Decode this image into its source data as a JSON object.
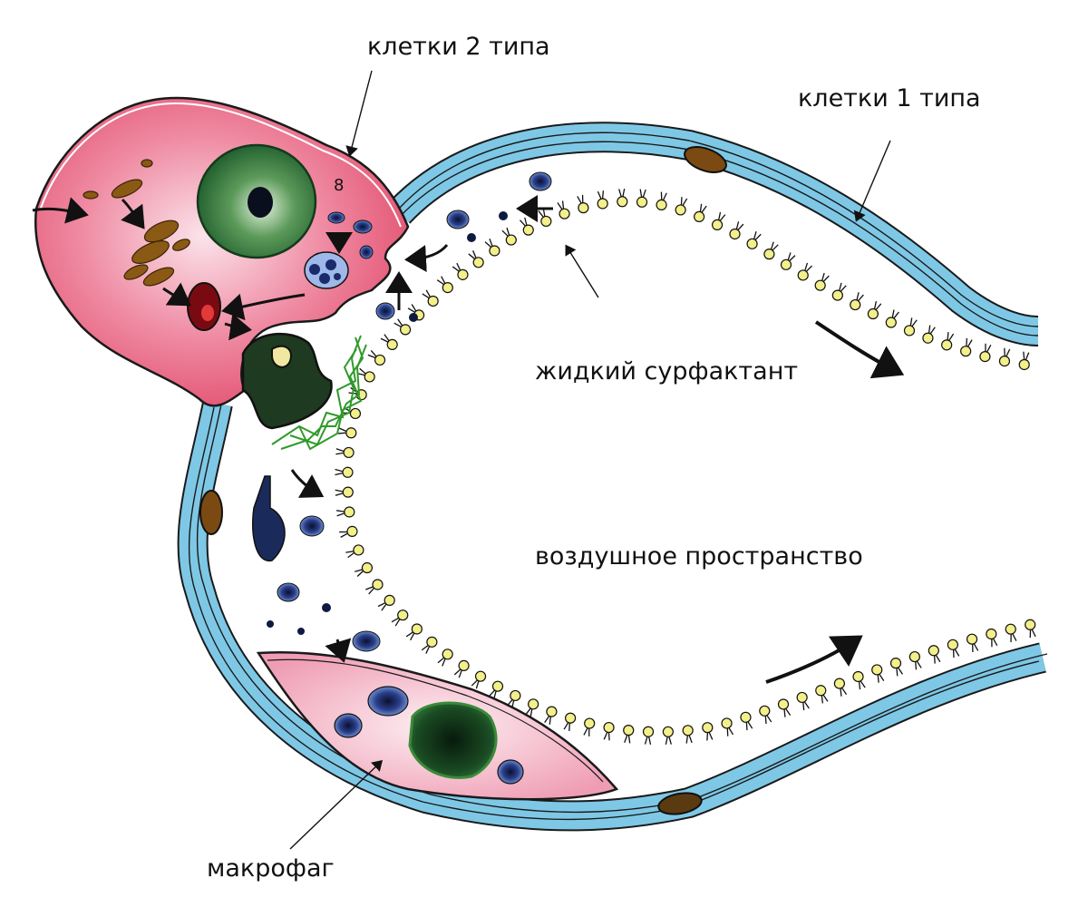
{
  "labels": {
    "type2_cells": "клетки 2 типа",
    "type1_cells": "клетки 1 типа",
    "liquid_surfactant": "жидкий сурфактант",
    "air_space": "воздушное пространство",
    "macrophage": "макрофаг"
  },
  "colors": {
    "type1_wall": "#7ec8e6",
    "type2_cell": "#e8597a",
    "macrophage": "#f2b6c6",
    "nucleus": "#1e5e2e",
    "surfactant_head": "#f3ef8a",
    "vesicle": "#4a78c8",
    "tubular_myelin": "#3a9a2a",
    "granule": "#8a5a14"
  },
  "icons": [
    "lipid-monolayer",
    "lamellar-body",
    "vesicle",
    "arrow",
    "tubular-myelin",
    "nucleus"
  ]
}
